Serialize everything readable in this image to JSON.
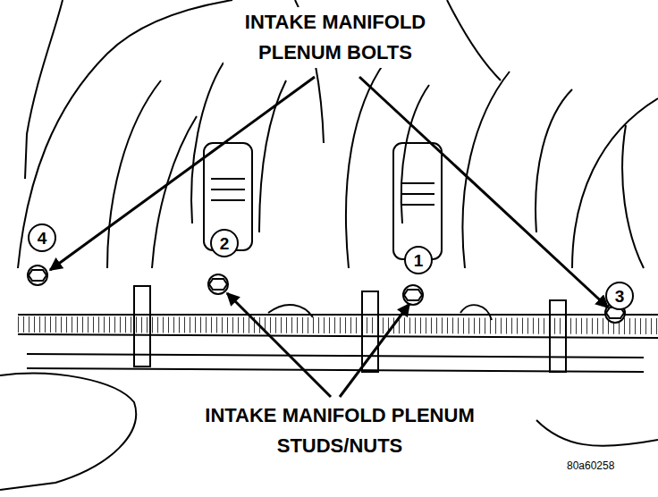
{
  "diagram": {
    "labels": [
      "INTAKE MANIFOLD PLENUM BOLTS",
      "4",
      "2",
      "1",
      "3",
      "INTAKE MANIFOLD PLENUM STUDS/NUTS",
      "80a60258"
    ]
  }
}
